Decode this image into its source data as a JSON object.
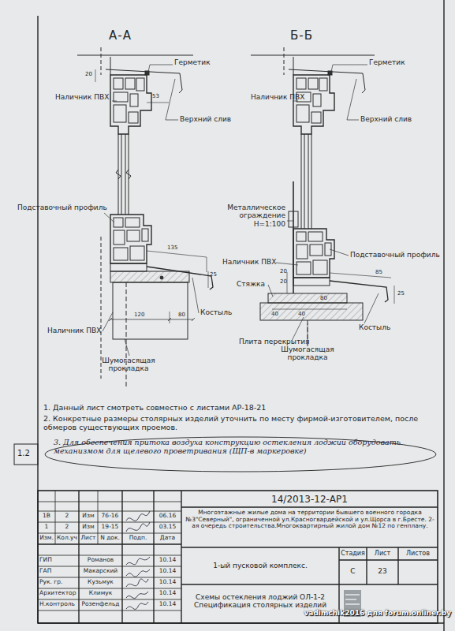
{
  "diagram": {
    "labels": [
      "А-А",
      "Б-Б",
      "Герметик",
      "Герметик",
      "Наличник ПВХ",
      "Наличник ПВХ",
      "Верхний слив",
      "Верхний слив",
      "20",
      "53",
      "Подставочный профиль",
      "Металлическое ограждение Н=1:100",
      "135",
      "25",
      "Наличник ПВХ",
      "Подставочный профиль",
      "Стяжка",
      "20",
      "20",
      "85",
      "25",
      "40",
      "40",
      "80",
      "120",
      "80",
      "Наличник ПВХ",
      "Костыль",
      "Костыль",
      "Плита перекрытия",
      "Шумогасящая прокладка",
      "Шумогасящая прокладка",
      "1. Данный лист смотреть совместно с листами АР-18-21",
      "2. Конкретные размеры столярных изделий уточнить по месту фирмой-изготовителем, после обмеров существующих проемов.",
      "3. Для обеспечения притока воздуха конструкцию остекления лоджий оборудовать механизмом для щелевого проветривания (ЩП-в маркеровке)",
      "1.2",
      "14/2013-12-АР1",
      "Многоэтажные жилые дома на территории бывшего военного городка №3\"Северный\", ограниченной ул.Красногвардейской и ул.Щорса в г.Бресте. 2-ая очередь строительства.Многоквартирный жилой дом №12 по генплану.",
      "1-ый пусковой комплекс.",
      "Стадия",
      "Лист",
      "Листов",
      "С",
      "23",
      "Схемы остекления лоджий ОЛ-1-2 Спецификация столярных изделий",
      "1В",
      "2",
      "Изм",
      "76-16",
      "06.16",
      "1",
      "2",
      "Изм",
      "19-15",
      "03.15",
      "Изм.",
      "Кол.уч",
      "Лист",
      "N док.",
      "Подп.",
      "Дата",
      "ГИП",
      "Романов",
      "10.14",
      "ГАП",
      "Макарский",
      "10.14",
      "Рук. гр.",
      "Кузьмук",
      "10.14",
      "Архитектор",
      "Климук",
      "10.14",
      "Н.контроль",
      "Розенфельд",
      "10.14",
      "vadimchik2016 для forum.onliner.by"
    ]
  }
}
